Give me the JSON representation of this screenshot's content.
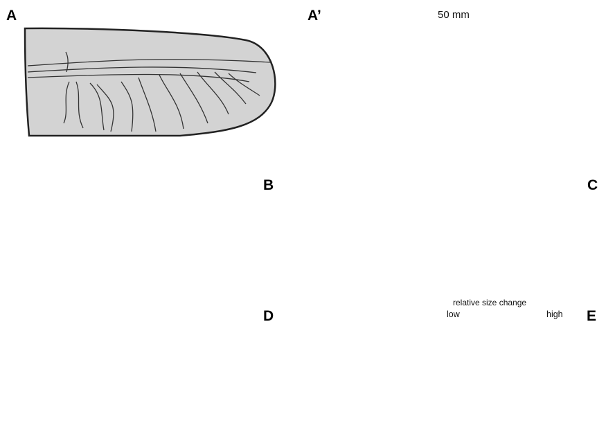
{
  "panels": {
    "a": "A",
    "a_prime": "A’",
    "b": "B",
    "c": "C",
    "d": "D",
    "e": "E"
  },
  "scale_bar": {
    "label": "50 mm"
  },
  "legend": {
    "title": "relative size change",
    "low": "low",
    "high": "high",
    "colors": [
      "#2d3fcc",
      "#6b7ee0",
      "#c9cef0",
      "#f5f0d8",
      "#f2b8c6",
      "#e8509a",
      "#d8247a"
    ]
  },
  "colors": {
    "outline_fill": "#d3d3d3",
    "vein_dark": "#222222",
    "vein_blue": "#3a8ee0",
    "vein_green": "#2ec27e",
    "blob_black": "#000000",
    "low_blue": "#3349c9",
    "high_magenta": "#d6307f"
  }
}
